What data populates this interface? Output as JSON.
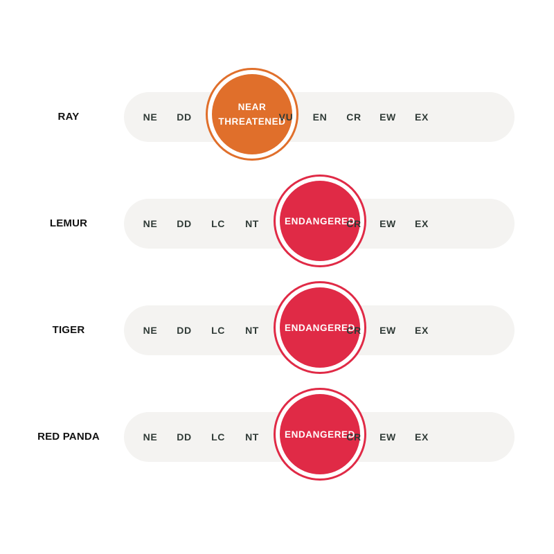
{
  "scale_codes": [
    "NE",
    "DD",
    "LC",
    "NT",
    "VU",
    "EN",
    "CR",
    "EW",
    "EX"
  ],
  "colors": {
    "near_threatened": "#e06f2b",
    "endangered": "#e02a46",
    "track": "#f4f3f1",
    "code_text": "#2f3a36"
  },
  "species": [
    {
      "name": "RAY",
      "status_code": "NT",
      "status_label": "NEAR\nTHREATENED",
      "color": "#e06f2b"
    },
    {
      "name": "LEMUR",
      "status_code": "EN",
      "status_label": "ENDANGERED",
      "color": "#e02a46"
    },
    {
      "name": "TIGER",
      "status_code": "EN",
      "status_label": "ENDANGERED",
      "color": "#e02a46"
    },
    {
      "name": "RED PANDA",
      "status_code": "EN",
      "status_label": "ENDANGERED",
      "color": "#e02a46"
    }
  ]
}
